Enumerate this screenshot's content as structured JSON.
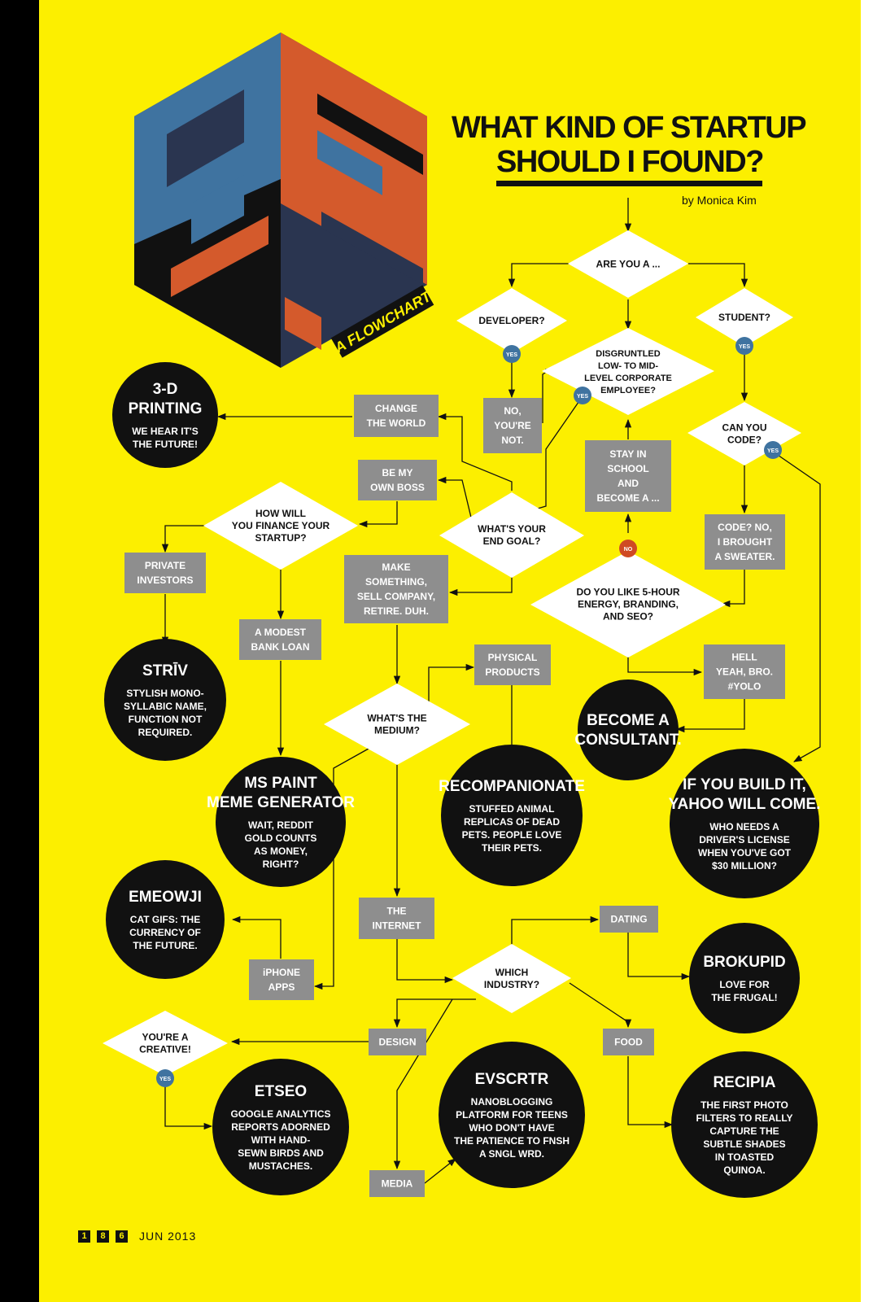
{
  "title": {
    "line1": "WHAT KIND OF STARTUP",
    "line2": "SHOULD I FOUND?"
  },
  "byline": "by Monica Kim",
  "logo": {
    "ribbon_text": "A FLOWCHART"
  },
  "footer": {
    "page_digits": [
      "1",
      "8",
      "6"
    ],
    "issue": "JUN 2013"
  },
  "colors": {
    "background": "#fcef00",
    "ink": "#111111",
    "box": "#8e8e8e",
    "blue": "#3f73a0",
    "orange": "#d45a2c",
    "badge_no": "#cf4a23"
  },
  "diamonds": {
    "are_you": [
      "ARE YOU A ..."
    ],
    "developer": [
      "DEVELOPER?"
    ],
    "student": [
      "STUDENT?"
    ],
    "disgruntled": [
      "DISGRUNTLED",
      "LOW- TO MID-",
      "LEVEL CORPORATE",
      "EMPLOYEE?"
    ],
    "can_code": [
      "CAN YOU",
      "CODE?"
    ],
    "finance": [
      "HOW WILL",
      "YOU FINANCE YOUR",
      "STARTUP?"
    ],
    "end_goal": [
      "WHAT'S YOUR",
      "END GOAL?"
    ],
    "energy": [
      "DO YOU LIKE 5-HOUR",
      "ENERGY, BRANDING,",
      "AND SEO?"
    ],
    "medium": [
      "WHAT'S THE",
      "MEDIUM?"
    ],
    "industry": [
      "WHICH",
      "INDUSTRY?"
    ],
    "creative": [
      "YOU'RE A",
      "CREATIVE!"
    ]
  },
  "boxes": {
    "no_youre_not": [
      "NO,",
      "YOU'RE",
      "NOT."
    ],
    "change_world": [
      "CHANGE",
      "THE WORLD"
    ],
    "own_boss": [
      "BE MY",
      "OWN BOSS"
    ],
    "stay_school": [
      "STAY IN",
      "SCHOOL",
      "AND",
      "BECOME A ..."
    ],
    "code_no": [
      "CODE? NO,",
      "I BROUGHT",
      "A SWEATER."
    ],
    "private_investors": [
      "PRIVATE",
      "INVESTORS"
    ],
    "make_something": [
      "MAKE",
      "SOMETHING,",
      "SELL COMPANY,",
      "RETIRE. DUH."
    ],
    "bank_loan": [
      "A MODEST",
      "BANK LOAN"
    ],
    "physical": [
      "PHYSICAL",
      "PRODUCTS"
    ],
    "hell_yeah": [
      "HELL",
      "YEAH, BRO.",
      "#YOLO"
    ],
    "internet": [
      "THE",
      "INTERNET"
    ],
    "dating": [
      "DATING"
    ],
    "iphone": [
      "iPHONE",
      "APPS"
    ],
    "design": [
      "DESIGN"
    ],
    "food": [
      "FOOD"
    ],
    "media": [
      "MEDIA"
    ]
  },
  "circles": {
    "printing": {
      "title": [
        "3-D",
        "PRINTING"
      ],
      "body": [
        "WE HEAR IT'S",
        "THE FUTURE!"
      ]
    },
    "striv": {
      "title": [
        "STRĪV"
      ],
      "body": [
        "STYLISH MONO-",
        "SYLLABIC NAME,",
        "FUNCTION NOT",
        "REQUIRED."
      ]
    },
    "mspaint": {
      "title": [
        "MS PAINT",
        "MEME GENERATOR"
      ],
      "body": [
        "WAIT, REDDIT",
        "GOLD COUNTS",
        "AS MONEY,",
        "RIGHT?"
      ]
    },
    "consultant": {
      "title": [
        "BECOME A",
        "CONSULTANT."
      ],
      "body": []
    },
    "recompanionate": {
      "title": [
        "RECOMPANIONATE"
      ],
      "body": [
        "STUFFED ANIMAL",
        "REPLICAS OF DEAD",
        "PETS. PEOPLE LOVE",
        "THEIR PETS."
      ]
    },
    "yahoo": {
      "title": [
        "IF YOU BUILD IT,",
        "YAHOO WILL COME."
      ],
      "body": [
        "WHO NEEDS A",
        "DRIVER'S LICENSE",
        "WHEN YOU'VE GOT",
        "$30 MILLION?"
      ]
    },
    "emeowji": {
      "title": [
        "EMEOWJI"
      ],
      "body": [
        "CAT GIFS: THE",
        "CURRENCY OF",
        "THE FUTURE."
      ]
    },
    "brokupid": {
      "title": [
        "BROKUPID"
      ],
      "body": [
        "LOVE FOR",
        "THE FRUGAL!"
      ]
    },
    "etseo": {
      "title": [
        "ETSEO"
      ],
      "body": [
        "GOOGLE ANALYTICS",
        "REPORTS ADORNED",
        "WITH HAND-",
        "SEWN BIRDS AND",
        "MUSTACHES."
      ]
    },
    "evscrtr": {
      "title": [
        "EVSCRTR"
      ],
      "body": [
        "NANOBLOGGING",
        "PLATFORM FOR TEENS",
        "WHO DON'T HAVE",
        "THE PATIENCE TO FNSH",
        "A SNGL WRD."
      ]
    },
    "recipia": {
      "title": [
        "RECIPIA"
      ],
      "body": [
        "THE FIRST PHOTO",
        "FILTERS TO REALLY",
        "CAPTURE THE",
        "SUBTLE SHADES",
        "IN TOASTED",
        "QUINOA."
      ]
    }
  },
  "badges": {
    "yes": "YES",
    "no": "NO"
  }
}
